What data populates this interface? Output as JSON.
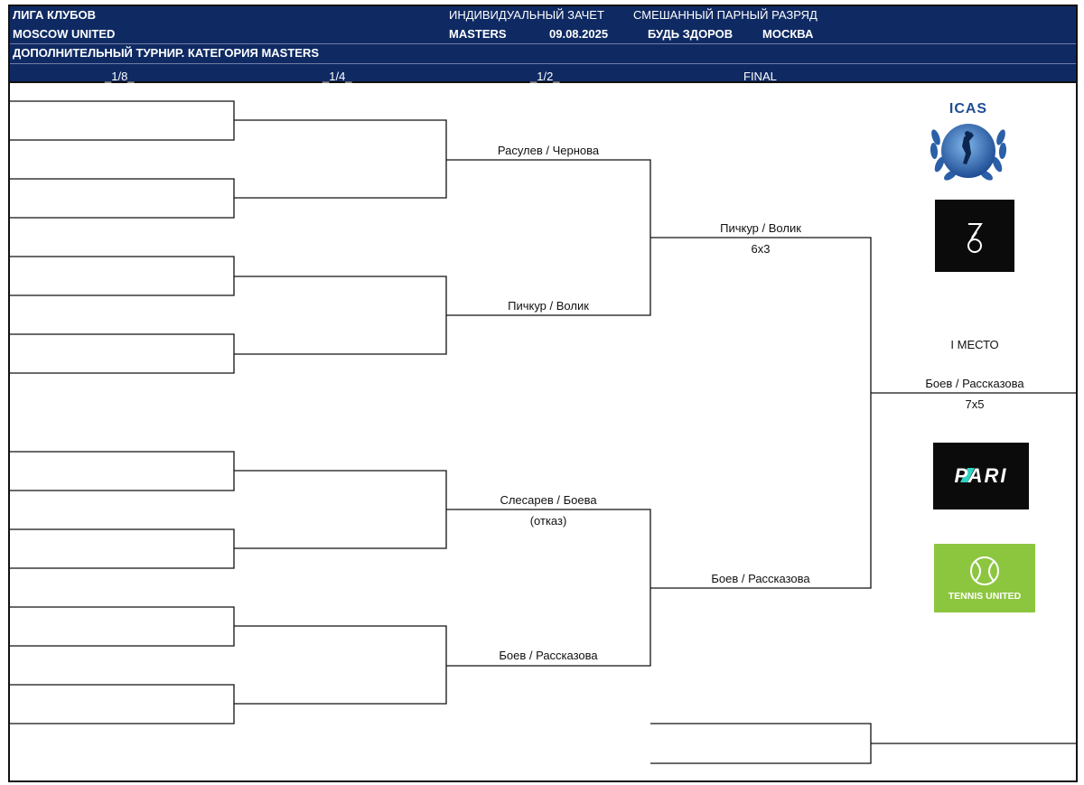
{
  "header": {
    "league": "ЛИГА КЛУБОВ",
    "club": "MOSCOW UNITED",
    "event_type": "ИНДИВИДУАЛЬНЫЙ ЗАЧЕТ",
    "discipline": "СМЕШАННЫЙ ПАРНЫЙ РАЗРЯД",
    "category": "MASTERS",
    "date": "09.08.2025",
    "venue": "БУДЬ ЗДОРОВ",
    "city": "МОСКВА",
    "tournament": "ДОПОЛНИТЕЛЬНЫЙ  ТУРНИР. КАТЕГОРИЯ MASTERS"
  },
  "rounds": {
    "r16": "_1/8_",
    "qf": "_1/4_",
    "sf": "_1/2_",
    "final": "FINAL"
  },
  "quarterfinals": [
    {
      "name": "Расулев / Чернова",
      "note": ""
    },
    {
      "name": "Пичкур / Волик",
      "note": ""
    },
    {
      "name": "Слесарев / Боева",
      "note": "(отказ)"
    },
    {
      "name": "Боев / Рассказова",
      "note": ""
    }
  ],
  "semifinals": [
    {
      "name": "Пичкур / Волик",
      "score": "6х3"
    },
    {
      "name": "Боев / Рассказова",
      "score": ""
    }
  ],
  "final": {
    "place_label": "I МЕСТО",
    "winner": "Боев / Рассказова",
    "score": "7х5"
  },
  "logos": {
    "icas": "ICAS",
    "pari": "PARI",
    "tennis_united": "TENNIS UNITED"
  },
  "colors": {
    "header_bg": "#0f2a63",
    "pari_accent": "#2fd3c2",
    "tennis_green": "#8cc63f"
  }
}
